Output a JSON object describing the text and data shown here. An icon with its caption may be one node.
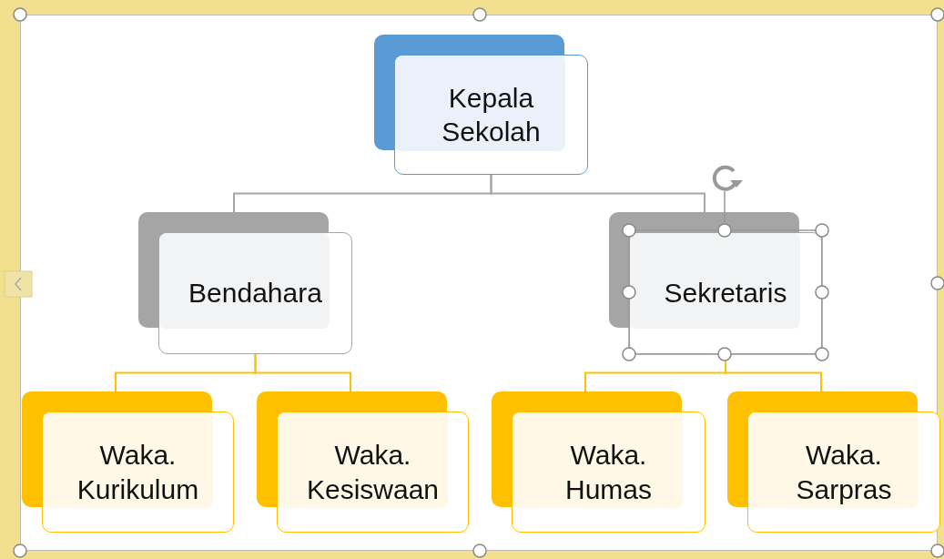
{
  "diagram": {
    "nodes": [
      {
        "text": [
          "Kepala Sekolah"
        ]
      },
      {
        "text": [
          "Bendahara"
        ]
      },
      {
        "text": [
          "Sekretaris"
        ]
      },
      {
        "text": [
          "Waka. Kurikulum"
        ]
      },
      {
        "text": [
          "Waka. Kesiswaan"
        ]
      },
      {
        "text": [
          "Waka. Humas"
        ]
      },
      {
        "text": [
          "Waka. Sarpras"
        ]
      }
    ],
    "edges": [
      {
        "from": 0,
        "to": 1,
        "arrow": "none",
        "color": "#a5a5a5"
      },
      {
        "from": 0,
        "to": 2,
        "arrow": "none",
        "color": "#a5a5a5"
      },
      {
        "from": 1,
        "to": 3,
        "arrow": "none"
      },
      {
        "from": 1,
        "to": 4,
        "arrow": "none"
      },
      {
        "from": 2,
        "to": 5,
        "arrow": "none"
      },
      {
        "from": 2,
        "to": 6,
        "arrow": "none"
      }
    ]
  }
}
